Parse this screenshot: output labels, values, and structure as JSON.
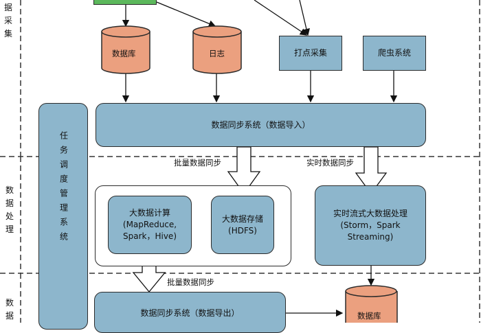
{
  "side_labels": {
    "collection": "据采集",
    "processing": "数据处理",
    "output": "数据"
  },
  "scheduler": {
    "label": "任务调度管理系统"
  },
  "sources": {
    "db": "数据库",
    "log": "日志",
    "tracking": "打点采集",
    "crawler": "爬虫系统"
  },
  "sync_import": "数据同步系统（数据导入）",
  "batch_sync_label": "批量数据同步",
  "realtime_sync_label": "实时数据同步",
  "bigdata_compute": "大数据计算\n(MapReduce,\nSpark，Hive)",
  "bigdata_storage": "大数据存储\n(HDFS)",
  "stream_processing": "实时流式大数据处理\n(Storm，Spark\nStreaming)",
  "batch_sync_label_2": "批量数据同步",
  "sync_export": "数据同步系统（数据导出）",
  "output_db": "数据库",
  "colors": {
    "box_fill": "#8db6cc",
    "cylinder_fill": "#eba07f",
    "top_box_fill": "#5cb85c"
  }
}
